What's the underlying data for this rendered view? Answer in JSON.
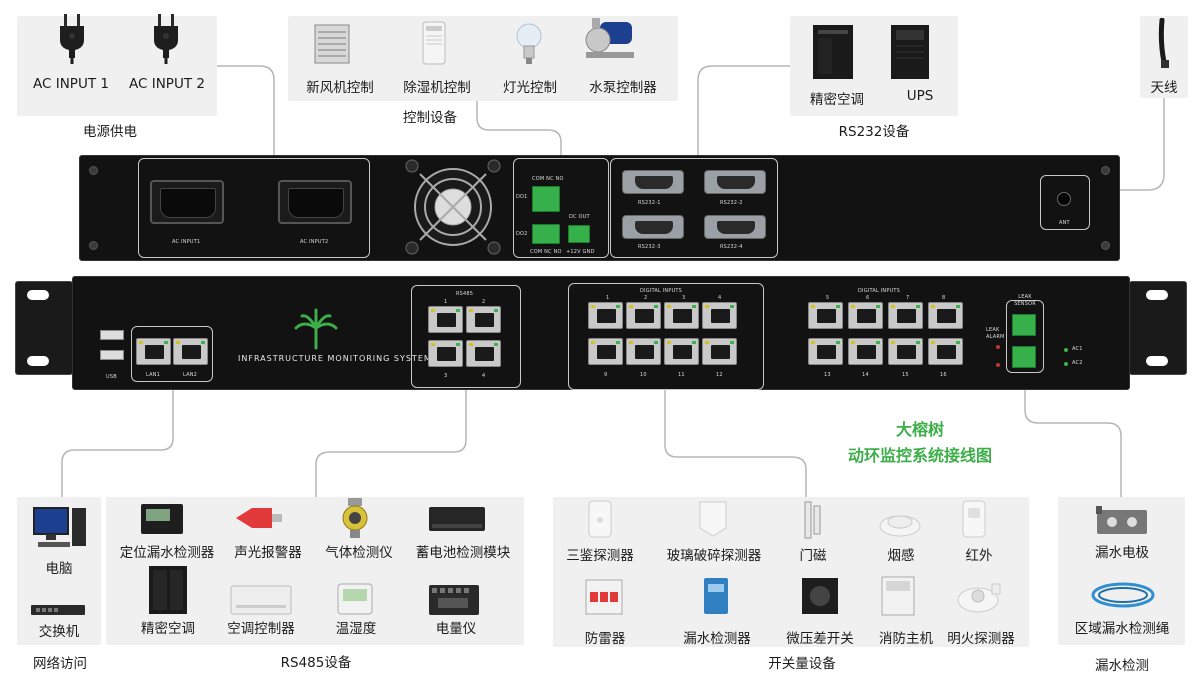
{
  "power": {
    "items": [
      {
        "label": "AC INPUT 1"
      },
      {
        "label": "AC INPUT 2"
      }
    ],
    "caption": "电源供电"
  },
  "control": {
    "items": [
      {
        "label": "新风机控制"
      },
      {
        "label": "除湿机控制"
      },
      {
        "label": "灯光控制"
      },
      {
        "label": "水泵控制器"
      }
    ],
    "caption": "控制设备"
  },
  "rs232_devices": {
    "items": [
      {
        "label": "精密空调"
      },
      {
        "label": "UPS"
      }
    ],
    "caption": "RS232设备"
  },
  "antenna": {
    "label": "天线"
  },
  "title": {
    "line1": "大榕树",
    "line2": "动环监控系统接线图"
  },
  "network": {
    "items": [
      {
        "label": "电脑"
      },
      {
        "label": "交换机"
      }
    ],
    "caption": "网络访问"
  },
  "rs485_devices": {
    "items": [
      {
        "label": "定位漏水检测器"
      },
      {
        "label": "声光报警器"
      },
      {
        "label": "气体检测仪"
      },
      {
        "label": "蓄电池检测模块"
      },
      {
        "label": "精密空调"
      },
      {
        "label": "空调控制器"
      },
      {
        "label": "温湿度"
      },
      {
        "label": "电量仪"
      }
    ],
    "caption": "RS485设备"
  },
  "switch_devices": {
    "items": [
      {
        "label": "三鉴探测器"
      },
      {
        "label": "玻璃破碎探测器"
      },
      {
        "label": "门磁"
      },
      {
        "label": "烟感"
      },
      {
        "label": "红外"
      },
      {
        "label": "防雷器"
      },
      {
        "label": "漏水检测器"
      },
      {
        "label": "微压差开关"
      },
      {
        "label": "消防主机"
      },
      {
        "label": "明火探测器"
      }
    ],
    "caption": "开关量设备"
  },
  "leak_devices": {
    "items": [
      {
        "label": "漏水电极"
      },
      {
        "label": "区域漏水检测绳"
      }
    ],
    "caption": "漏水检测"
  },
  "back_panel": {
    "ac1": "AC INPUT1",
    "ac2": "AC INPUT2",
    "relay_top": "COM NC NO",
    "relay_bottom": "COM NC NO",
    "do1": "DO1",
    "do2": "DO2",
    "dc_out": "DC OUT",
    "dc_bottom": "+12V GND",
    "rs232_1": "RS232-1",
    "rs232_2": "RS232-2",
    "rs232_3": "RS232-3",
    "rs232_4": "RS232-4",
    "ant": "ANT"
  },
  "front_panel": {
    "usb": "USB",
    "lan1": "LAN1",
    "lan2": "LAN2",
    "system": "INFRASTRUCTURE MONITORING SYSTEM",
    "rs485": "RS485",
    "rs485_ports": [
      "1",
      "2",
      "3",
      "4"
    ],
    "digital_inputs": "DIGITAL INPUTS",
    "di_top_a": [
      "1",
      "2",
      "3",
      "4"
    ],
    "di_bottom_a": [
      "9",
      "10",
      "11",
      "12"
    ],
    "di_top_b": [
      "5",
      "6",
      "7",
      "8"
    ],
    "di_bottom_b": [
      "13",
      "14",
      "15",
      "16"
    ],
    "leak_sensor": "LEAK SENSOR",
    "leak_alarm": "LEAK ALARM",
    "ac1": "AC1",
    "ac2": "AC2"
  }
}
